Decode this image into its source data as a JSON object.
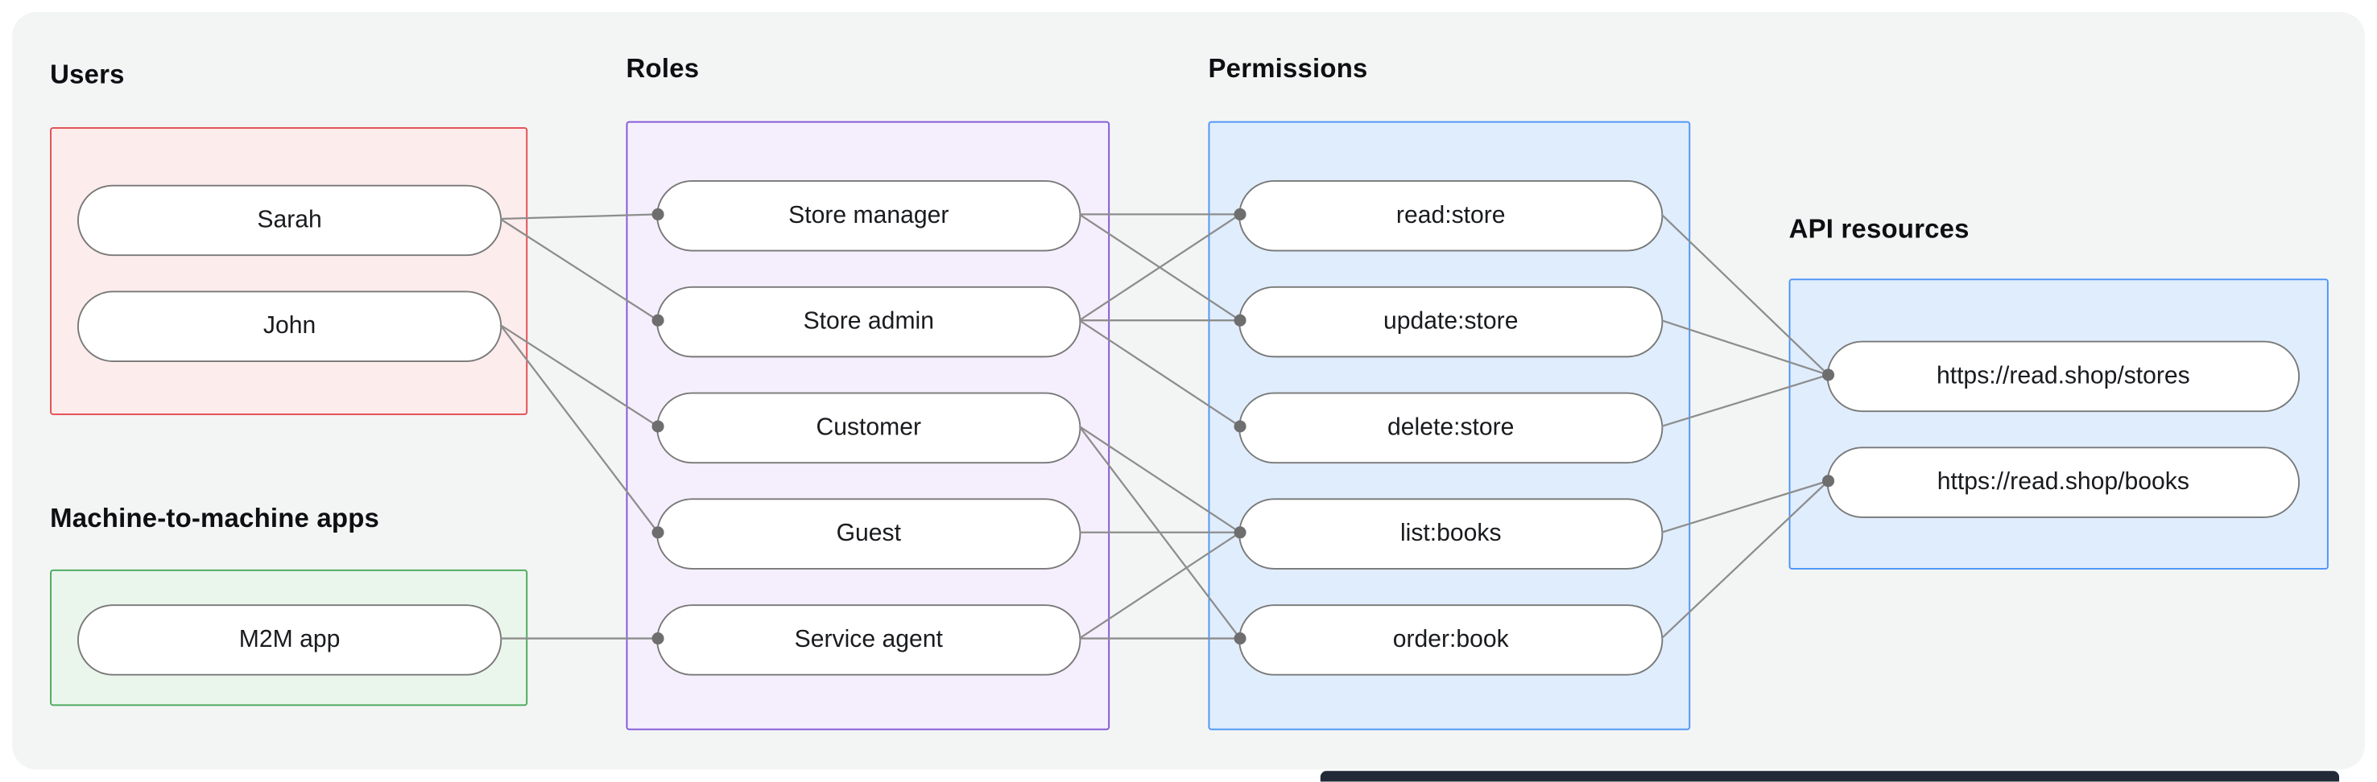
{
  "page": {
    "background": "#ffffff",
    "panel_background": "#f3f5f5",
    "bottom_bar_color": "#222937"
  },
  "connector_style": {
    "line_color": "#8d8d8d",
    "dot_color": "#6e6e6e"
  },
  "groups": {
    "users": {
      "label": "Users",
      "border_color": "#e5484d",
      "fill_color": "#fdecec",
      "items": [
        {
          "id": "sarah",
          "label": "Sarah"
        },
        {
          "id": "john",
          "label": "John"
        }
      ]
    },
    "m2m": {
      "label": "Machine-to-machine apps",
      "border_color": "#46a758",
      "fill_color": "#eaf6ec",
      "items": [
        {
          "id": "m2m-app",
          "label": "M2M app"
        }
      ]
    },
    "roles": {
      "label": "Roles",
      "border_color": "#8153d7",
      "fill_color": "#f5effd",
      "items": [
        {
          "id": "store-manager",
          "label": "Store manager"
        },
        {
          "id": "store-admin",
          "label": "Store admin"
        },
        {
          "id": "customer",
          "label": "Customer"
        },
        {
          "id": "guest",
          "label": "Guest"
        },
        {
          "id": "service-agent",
          "label": "Service agent"
        }
      ]
    },
    "permissions": {
      "label": "Permissions",
      "border_color": "#4a93f6",
      "fill_color": "#dfedfd",
      "items": [
        {
          "id": "read-store",
          "label": "read:store"
        },
        {
          "id": "update-store",
          "label": "update:store"
        },
        {
          "id": "delete-store",
          "label": "delete:store"
        },
        {
          "id": "list-books",
          "label": "list:books"
        },
        {
          "id": "order-book",
          "label": "order:book"
        }
      ]
    },
    "api": {
      "label": "API resources",
      "border_color": "#4a93f6",
      "fill_color": "#dfedfd",
      "items": [
        {
          "id": "stores-api",
          "label": "https://read.shop/stores"
        },
        {
          "id": "books-api",
          "label": "https://read.shop/books"
        }
      ]
    }
  },
  "connections": [
    {
      "from": "sarah",
      "to": "store-manager"
    },
    {
      "from": "sarah",
      "to": "store-admin"
    },
    {
      "from": "john",
      "to": "customer"
    },
    {
      "from": "john",
      "to": "guest"
    },
    {
      "from": "m2m-app",
      "to": "service-agent"
    },
    {
      "from": "store-manager",
      "to": "read-store"
    },
    {
      "from": "store-manager",
      "to": "update-store"
    },
    {
      "from": "store-admin",
      "to": "read-store"
    },
    {
      "from": "store-admin",
      "to": "update-store"
    },
    {
      "from": "store-admin",
      "to": "delete-store"
    },
    {
      "from": "customer",
      "to": "list-books"
    },
    {
      "from": "customer",
      "to": "order-book"
    },
    {
      "from": "guest",
      "to": "list-books"
    },
    {
      "from": "service-agent",
      "to": "list-books"
    },
    {
      "from": "service-agent",
      "to": "order-book"
    },
    {
      "from": "read-store",
      "to": "stores-api"
    },
    {
      "from": "update-store",
      "to": "stores-api"
    },
    {
      "from": "delete-store",
      "to": "stores-api"
    },
    {
      "from": "list-books",
      "to": "books-api"
    },
    {
      "from": "order-book",
      "to": "books-api"
    }
  ]
}
